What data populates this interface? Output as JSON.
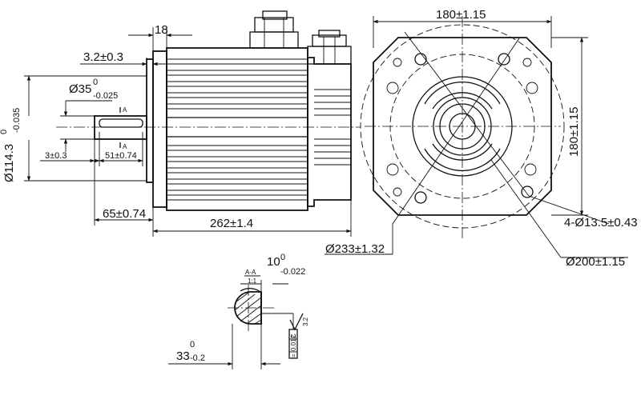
{
  "side_view": {
    "dim_flange_thickness": "18",
    "dim_pilot_depth": "3.2±0.3",
    "dim_shaft_diameter": "Ø35",
    "dim_shaft_diameter_upper": "0",
    "dim_shaft_diameter_lower": "-0.025",
    "dim_pilot_diameter": "Ø114.3",
    "dim_pilot_diameter_upper": "0",
    "dim_pilot_diameter_lower": "-0.035",
    "dim_key_offset": "3±0.3",
    "dim_key_length": "51±0.74",
    "dim_shaft_length": "65±0.74",
    "dim_body_length": "262±1.4",
    "section_mark": "A"
  },
  "front_view": {
    "dim_width": "180±1.15",
    "dim_height": "180±1.15",
    "dim_holes": "4-Ø13.5±0.43",
    "dim_outer_circle": "Ø233±1.32",
    "dim_bolt_circle": "Ø200±1.15"
  },
  "section_view": {
    "title": "A-A",
    "scale": "1:1",
    "dim_key_width": "10",
    "dim_key_width_upper": "0",
    "dim_key_width_lower": "-0.022",
    "dim_key_height": "33",
    "dim_key_height_upper": "0",
    "dim_key_height_lower": "-0.2",
    "roughness": "3.2",
    "tolerance_frame": [
      "=",
      "0.012",
      "C"
    ]
  },
  "icons": {
    "roughness_symbol": "roughness-icon",
    "tolerance_frame": "symmetry-tolerance-icon"
  }
}
